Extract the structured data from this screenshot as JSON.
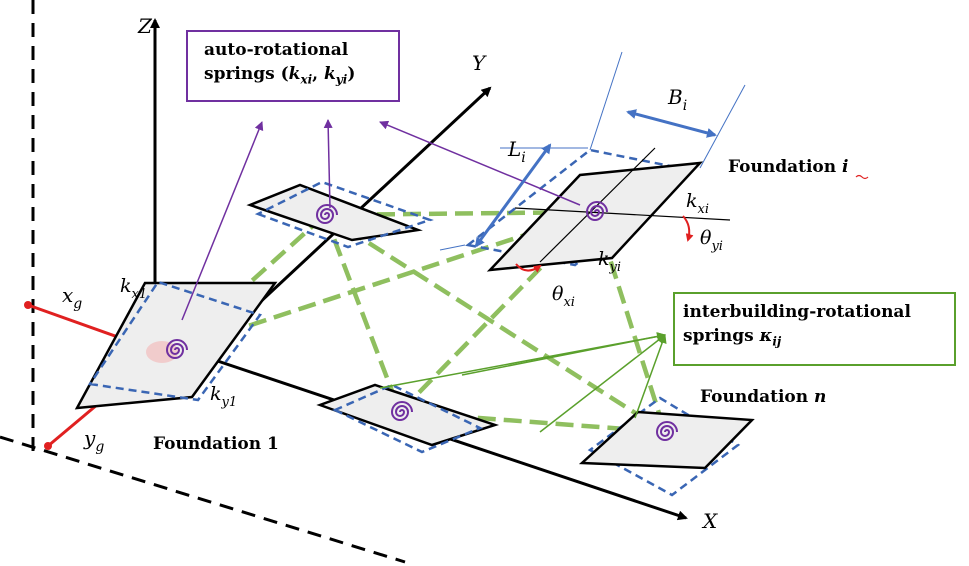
{
  "axes": {
    "z": "Z",
    "y": "Y",
    "x": "X",
    "xg": "x",
    "xg_sub": "g",
    "yg": "y",
    "yg_sub": "g"
  },
  "callouts": {
    "auto_line1": "auto-rotational",
    "auto_line2_prefix": "springs (",
    "auto_k1": "k",
    "auto_k1_sub": "xi",
    "auto_sep": ", ",
    "auto_k2": "k",
    "auto_k2_sub": "yi",
    "auto_line2_suffix": ")",
    "inter_line1": "interbuilding-rotational",
    "inter_line2_prefix": "springs ",
    "inter_kappa": "κ",
    "inter_kappa_sub": "ij"
  },
  "foundations": {
    "one": "Foundation 1",
    "i_prefix": "Foundation ",
    "i_index": "i",
    "n_prefix": "Foundation ",
    "n_index": "n"
  },
  "symbols": {
    "Bi": "B",
    "Bi_sub": "i",
    "Li": "L",
    "Li_sub": "i",
    "kxi": "k",
    "kxi_sub": "xi",
    "kyi": "k",
    "kyi_sub": "yi",
    "theta_yi": "θ",
    "theta_yi_sub": "yi",
    "theta_xi": "θ",
    "theta_xi_sub": "xi",
    "kx1": "k",
    "kx1_sub": "x1",
    "ky1": "k",
    "ky1_sub": "y1"
  },
  "colors": {
    "auto_box_border": "#7030a0",
    "inter_box_border": "#5aa02c",
    "spring_links": "#8fbf5f",
    "dashed_outline": "#3a66b4",
    "dimension_arrows": "#4472c4",
    "ground_axes": "#e02020"
  }
}
